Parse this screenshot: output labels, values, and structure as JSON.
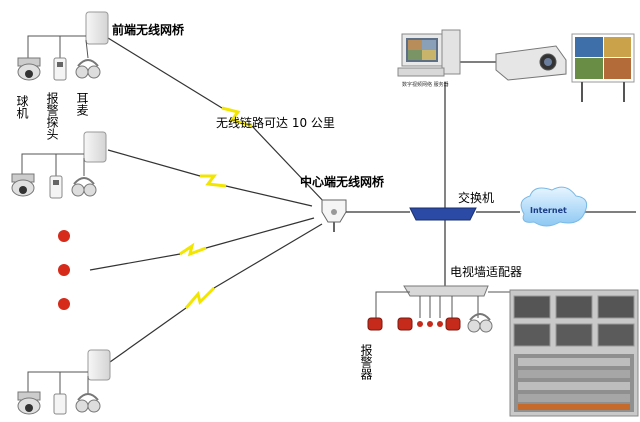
{
  "labels": {
    "front_bridge": "前端无线网桥",
    "link_range": "无线链路可达 10 公里",
    "center_bridge": "中心端无线网桥",
    "switch": "交换机",
    "internet": "Internet",
    "tv_wall_adapter": "电视墙适配器",
    "dome_camera": "球机",
    "alarm_probe": "报警探头",
    "earphone": "耳麦",
    "alarm": "报警器",
    "server_caption": "数字视频网络 服务器"
  },
  "colors": {
    "lightning": "#f2e600",
    "link_line": "#333333",
    "red_dot": "#d62a1a",
    "switch_blue": "#2b4aa6",
    "cloud": "#a9d8ff",
    "tv_frame": "#c9c9c9"
  }
}
